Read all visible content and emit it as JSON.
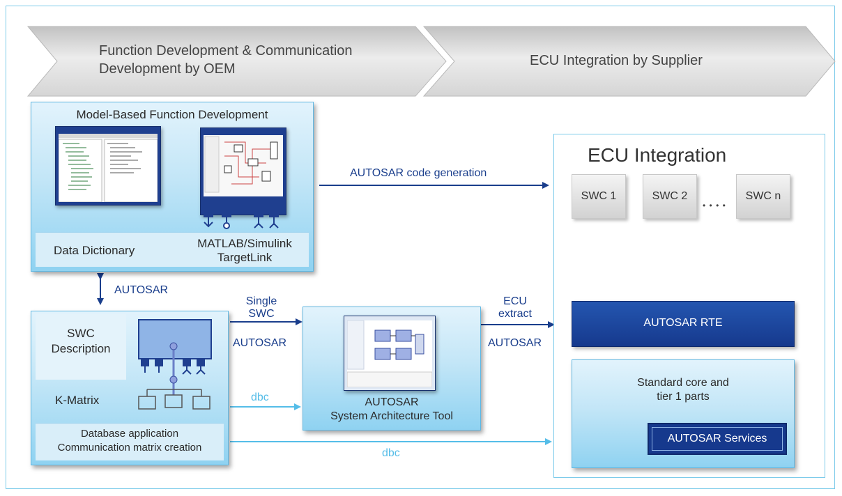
{
  "header": {
    "left_line1": "Function Development & Communication",
    "left_line2": "Development by OEM",
    "right": "ECU Integration by Supplier"
  },
  "mbfd": {
    "title": "Model-Based Function Development",
    "data_dictionary": "Data Dictionary",
    "matlab_line1": "MATLAB/Simulink",
    "matlab_line2": "TargetLink"
  },
  "arrows": {
    "code_generation": "AUTOSAR code generation",
    "autosar_vertical": "AUTOSAR",
    "single_swc_line1": "Single",
    "single_swc_line2": "SWC",
    "autosar_mid": "AUTOSAR",
    "ecu_extract_line1": "ECU",
    "ecu_extract_line2": "extract",
    "autosar_right": "AUTOSAR",
    "dbc_mid": "dbc",
    "dbc_bottom": "dbc"
  },
  "db": {
    "swc_desc_line1": "SWC",
    "swc_desc_line2": "Description",
    "kmatrix": "K-Matrix",
    "caption_line1": "Database application",
    "caption_line2": "Communication matrix creation"
  },
  "sat": {
    "line1": "AUTOSAR",
    "line2": "System Architecture Tool"
  },
  "ecu": {
    "title": "ECU Integration",
    "swc1": "SWC 1",
    "swc2": "SWC 2",
    "dots": "• • • •",
    "swcn": "SWC n",
    "rte": "AUTOSAR RTE",
    "core_line1": "Standard core and",
    "core_line2": "tier 1 parts",
    "services": "AUTOSAR Services"
  },
  "colors": {
    "dark_blue": "#1a3e8c",
    "light_blue": "#55bde8",
    "rte_blue": "#16398d"
  }
}
